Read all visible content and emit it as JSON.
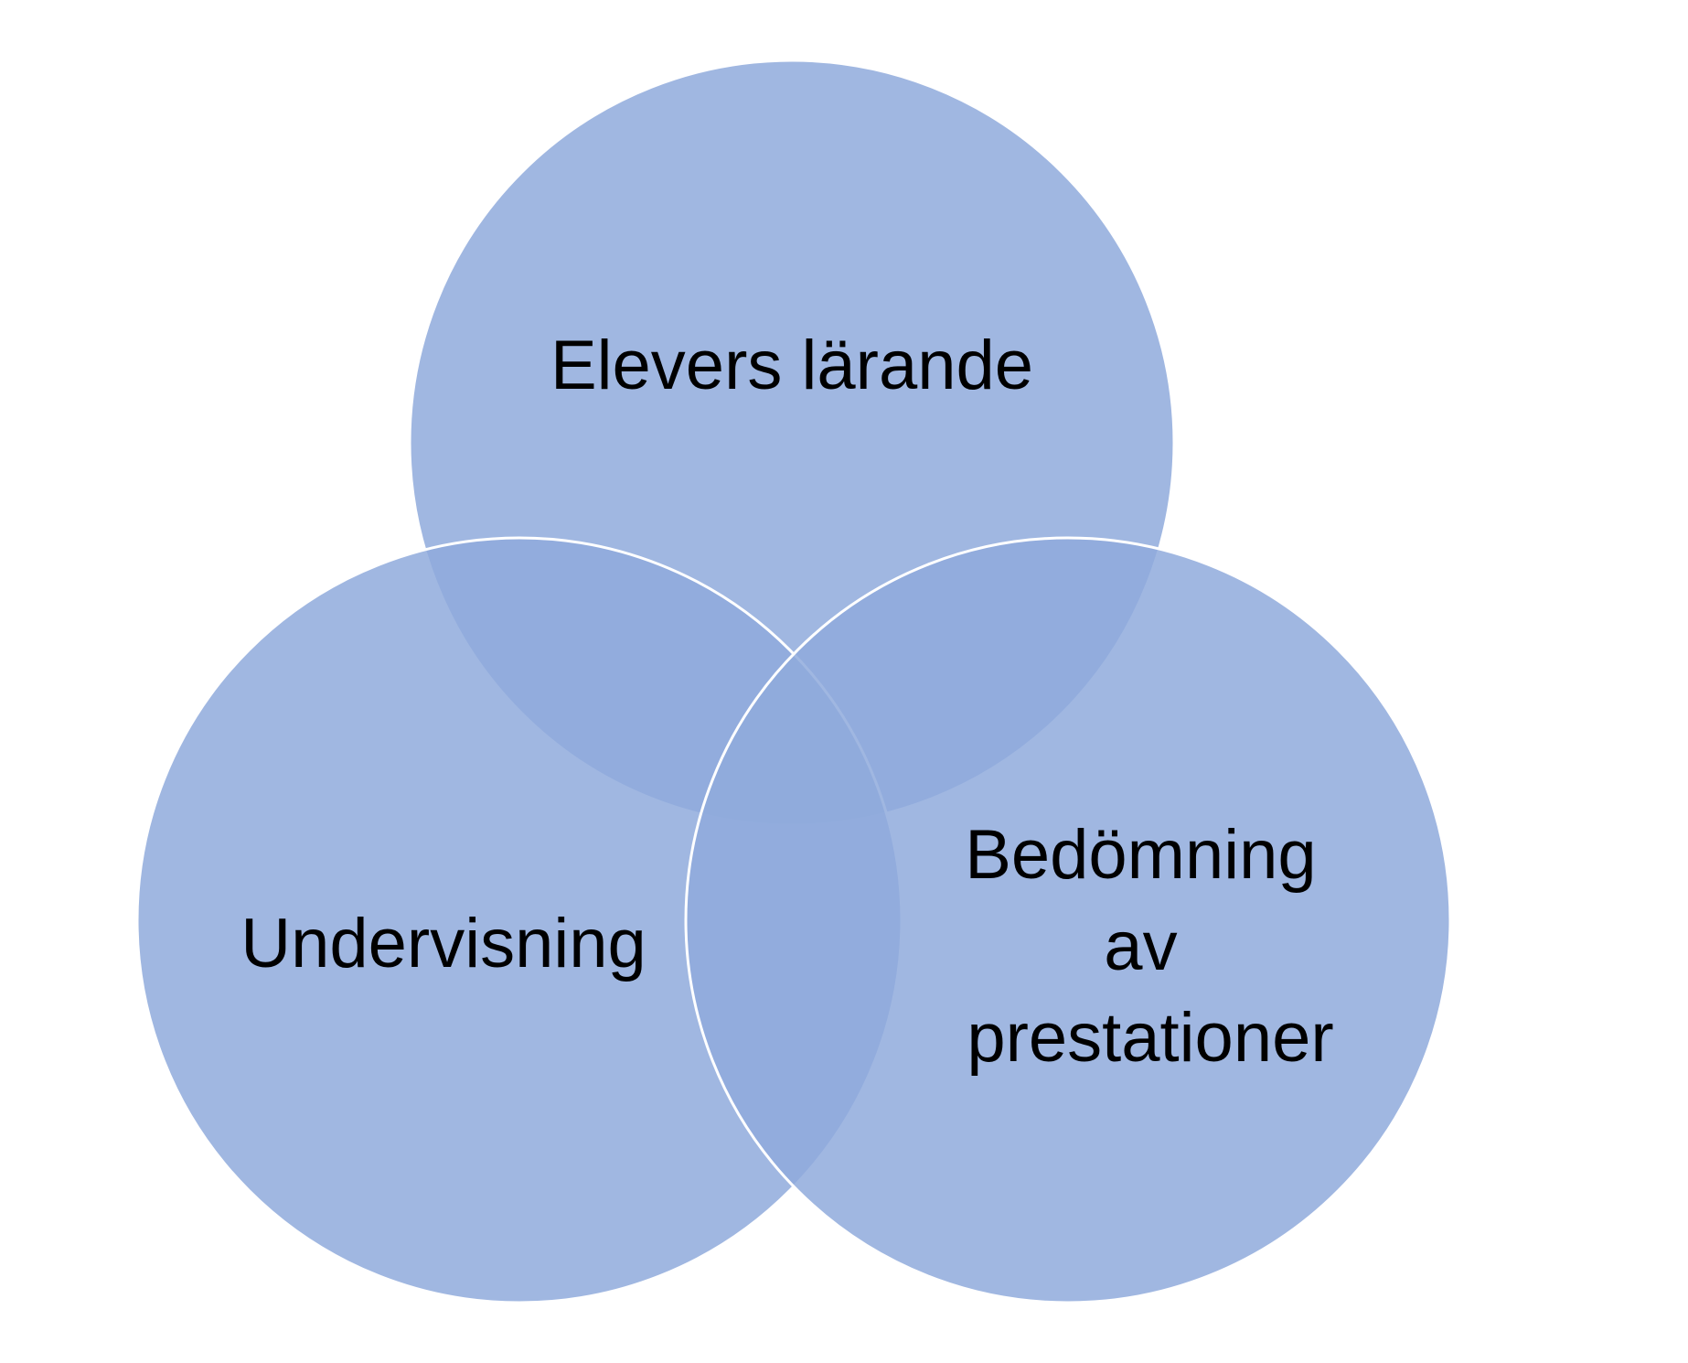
{
  "diagram": {
    "type": "venn",
    "colors": {
      "circle_fill": "#8FAADC",
      "circle_opacity": 0.85,
      "outline": "#FFFFFF",
      "text": "#000000"
    },
    "sets": [
      {
        "id": "top",
        "label_lines": [
          "Elevers lärande"
        ]
      },
      {
        "id": "left",
        "label_lines": [
          "Undervisning"
        ]
      },
      {
        "id": "right",
        "label_lines": [
          "Bedömning",
          "av",
          "prestationer"
        ]
      }
    ]
  }
}
